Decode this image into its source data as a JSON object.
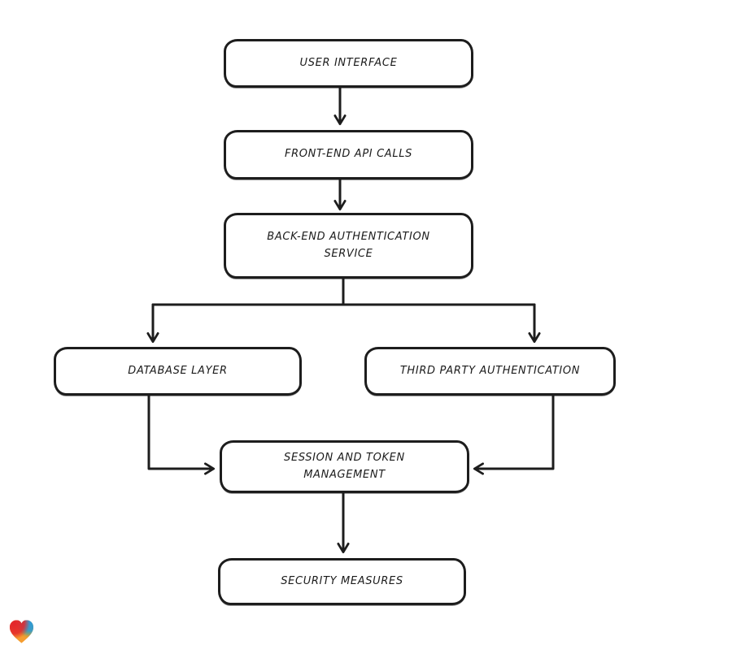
{
  "diagram": {
    "type": "flowchart",
    "background_color": "#ffffff",
    "node_style": {
      "fill": "#ffffff",
      "stroke": "#1d1d1d",
      "text_color": "#1b1b1b",
      "sketch_style": true
    },
    "nodes": [
      {
        "id": "user-interface",
        "label": "USER INTERFACE"
      },
      {
        "id": "frontend-api-calls",
        "label": "FRONT-END API CALLS"
      },
      {
        "id": "backend-auth-service",
        "label": "BACK-END AUTHENTICATION SERVICE"
      },
      {
        "id": "database-layer",
        "label": "DATABASE LAYER"
      },
      {
        "id": "third-party-auth",
        "label": "THIRD PARTY AUTHENTICATION"
      },
      {
        "id": "session-token-mgmt",
        "label": "SESSION AND TOKEN MANAGEMENT"
      },
      {
        "id": "security-measures",
        "label": "SECURITY MEASURES"
      }
    ],
    "edges": [
      {
        "from": "user-interface",
        "to": "frontend-api-calls",
        "arrow": "down"
      },
      {
        "from": "frontend-api-calls",
        "to": "backend-auth-service",
        "arrow": "down"
      },
      {
        "from": "backend-auth-service",
        "to": "database-layer",
        "arrow": "branch-left-down"
      },
      {
        "from": "backend-auth-service",
        "to": "third-party-auth",
        "arrow": "branch-right-down"
      },
      {
        "from": "database-layer",
        "to": "session-token-mgmt",
        "arrow": "down-then-right"
      },
      {
        "from": "third-party-auth",
        "to": "session-token-mgmt",
        "arrow": "down-then-left"
      },
      {
        "from": "session-token-mgmt",
        "to": "security-measures",
        "arrow": "down"
      }
    ]
  },
  "logo": {
    "name": "gradient-heart",
    "colors": {
      "base_orange": "#F59D30",
      "top_left_red": "#E4252B",
      "top_right_blue": "#2D9BD8",
      "mid_right_green": "#4CAE62"
    }
  }
}
